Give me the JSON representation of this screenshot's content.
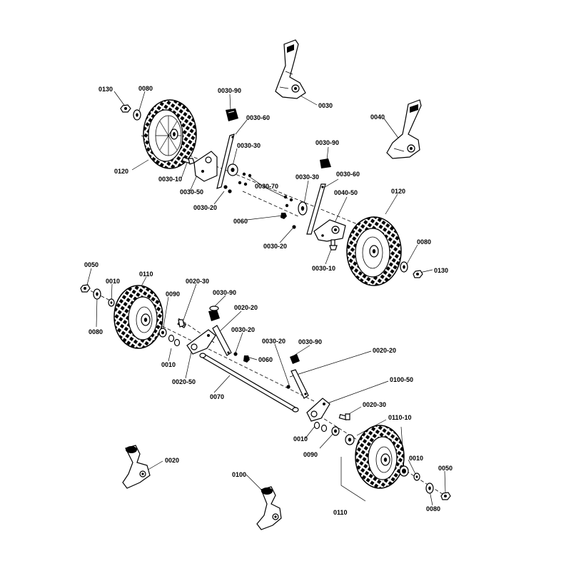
{
  "diagram": {
    "labels": [
      {
        "id": "l0130a",
        "text": "0130"
      },
      {
        "id": "l0080a",
        "text": "0080"
      },
      {
        "id": "l0030_90a",
        "text": "0030-90"
      },
      {
        "id": "l0030",
        "text": "0030"
      },
      {
        "id": "l0030_60a",
        "text": "0030-60"
      },
      {
        "id": "l0040",
        "text": "0040"
      },
      {
        "id": "l0030_30a",
        "text": "0030-30"
      },
      {
        "id": "l0120a",
        "text": "0120"
      },
      {
        "id": "l0030_10a",
        "text": "0030-10"
      },
      {
        "id": "l0030_50",
        "text": "0030-50"
      },
      {
        "id": "l0030_20a",
        "text": "0030-20"
      },
      {
        "id": "l0030_70",
        "text": "0030-70"
      },
      {
        "id": "l0060a",
        "text": "0060"
      },
      {
        "id": "l0030_90b",
        "text": "0030-90"
      },
      {
        "id": "l0030_30b",
        "text": "0030-30"
      },
      {
        "id": "l0030_60b",
        "text": "0030-60"
      },
      {
        "id": "l0040_50",
        "text": "0040-50"
      },
      {
        "id": "l0120b",
        "text": "0120"
      },
      {
        "id": "l0030_20b",
        "text": "0030-20"
      },
      {
        "id": "l0030_10b",
        "text": "0030-10"
      },
      {
        "id": "l0080b",
        "text": "0080"
      },
      {
        "id": "l0130b",
        "text": "0130"
      },
      {
        "id": "l0050a",
        "text": "0050"
      },
      {
        "id": "l0110a",
        "text": "0110"
      },
      {
        "id": "l0010a",
        "text": "0010"
      },
      {
        "id": "l0090a",
        "text": "0090"
      },
      {
        "id": "l0080c",
        "text": "0080"
      },
      {
        "id": "l0020_30a",
        "text": "0020-30"
      },
      {
        "id": "l0030_90c",
        "text": "0030-90"
      },
      {
        "id": "l0020_20a",
        "text": "0020-20"
      },
      {
        "id": "l0030_20c",
        "text": "0030-20"
      },
      {
        "id": "l0010b",
        "text": "0010"
      },
      {
        "id": "l0020_50",
        "text": "0020-50"
      },
      {
        "id": "l0060b",
        "text": "0060"
      },
      {
        "id": "l0030_20d",
        "text": "0030-20"
      },
      {
        "id": "l0030_90d",
        "text": "0030-90"
      },
      {
        "id": "l0020_20b",
        "text": "0020-20"
      },
      {
        "id": "l0070",
        "text": "0070"
      },
      {
        "id": "l0100_50",
        "text": "0100-50"
      },
      {
        "id": "l0020_30b",
        "text": "0020-30"
      },
      {
        "id": "l0110_10",
        "text": "0110-10"
      },
      {
        "id": "l0010c",
        "text": "0010"
      },
      {
        "id": "l0090b",
        "text": "0090"
      },
      {
        "id": "l0010d",
        "text": "0010"
      },
      {
        "id": "l0020",
        "text": "0020"
      },
      {
        "id": "l0050b",
        "text": "0050"
      },
      {
        "id": "l0100",
        "text": "0100"
      },
      {
        "id": "l0080d",
        "text": "0080"
      },
      {
        "id": "l0110b",
        "text": "0110"
      }
    ]
  }
}
